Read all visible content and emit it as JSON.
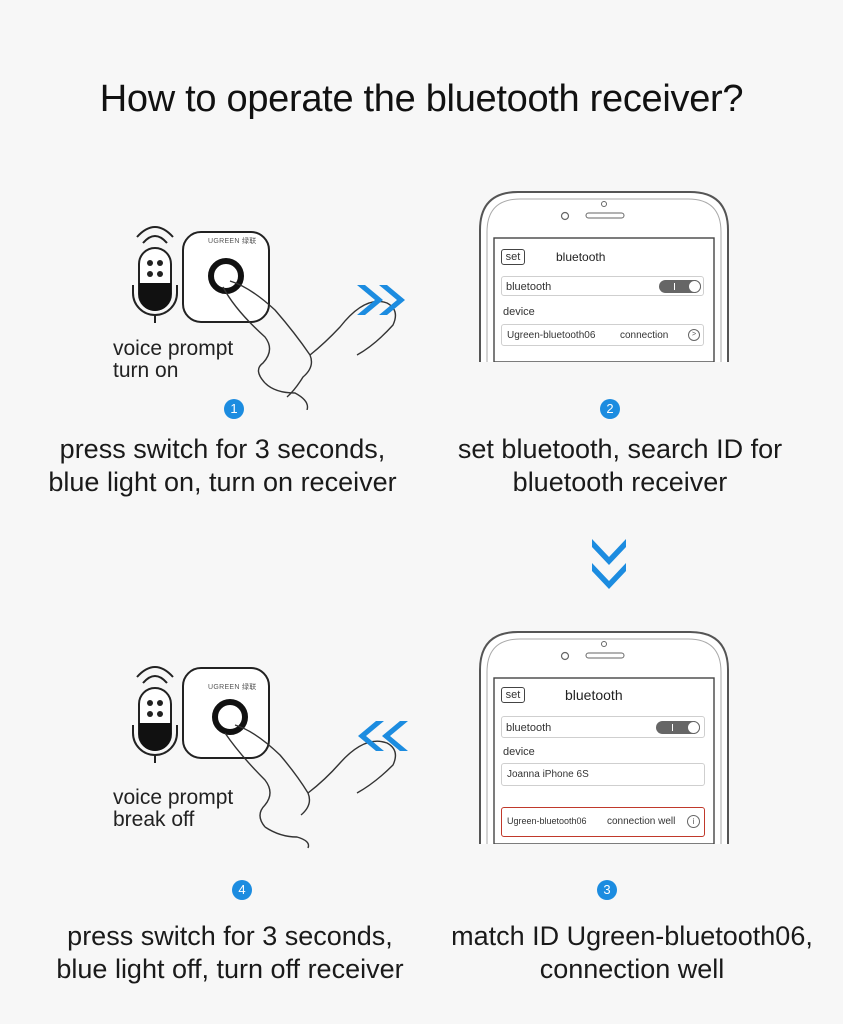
{
  "title": "How to operate the bluetooth receiver?",
  "steps": [
    {
      "number": "1",
      "voice_line1": "voice prompt",
      "voice_line2": "turn on",
      "caption_line1": "press switch for 3 seconds,",
      "caption_line2": "blue light on, turn on receiver"
    },
    {
      "number": "2",
      "caption_line1": "set bluetooth, search ID for",
      "caption_line2": "bluetooth receiver"
    },
    {
      "number": "3",
      "caption_line1": "match ID Ugreen-bluetooth06,",
      "caption_line2": "connection well"
    },
    {
      "number": "4",
      "voice_line1": "voice prompt",
      "voice_line2": "break off",
      "caption_line1": "press switch for 3 seconds,",
      "caption_line2": "blue light off, turn off receiver"
    }
  ],
  "device_brand": "UGREEN 绿联",
  "phone_top": {
    "set_label": "set",
    "header": "bluetooth",
    "bluetooth_row": "bluetooth",
    "device_label": "device",
    "device_name": "Ugreen-bluetooth06",
    "device_status": "connection"
  },
  "phone_bottom": {
    "set_label": "set",
    "header": "bluetooth",
    "bluetooth_row": "bluetooth",
    "device_label": "device",
    "paired_device": "Joanna iPhone 6S",
    "device_name": "Ugreen-bluetooth06",
    "device_status": "connection well"
  },
  "colors": {
    "accent": "#1c8ce0",
    "highlight_border": "#c0392b",
    "background": "#f7f7f7"
  }
}
